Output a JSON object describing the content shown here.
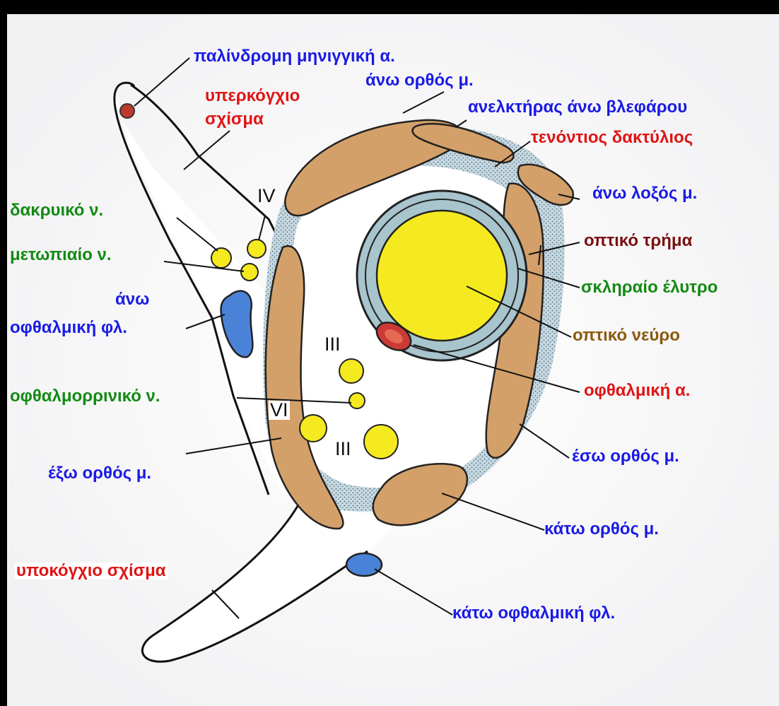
{
  "labels": {
    "recurrent_meningeal_artery": "παλίνδρομη μηνιγγική α.",
    "superior_rectus": "άνω ορθός μ.",
    "levator_palpebrae": "ανελκτήρας άνω βλεφάρου",
    "tendinous_ring": "τενόντιος δακτύλιος",
    "superior_oblique": "άνω λοξός μ.",
    "optic_canal": "οπτικό τρήμα",
    "scleral_sheath": "σκληραίο έλυτρο",
    "optic_nerve": "οπτικό νεύρο",
    "ophthalmic_artery": "οφθαλμική α.",
    "medial_rectus": "έσω ορθός μ.",
    "inferior_rectus": "κάτω ορθός μ.",
    "inferior_ophthalmic_vein": "κάτω οφθαλμική φλ.",
    "inferior_orbital_fissure": "υποκόγχιο σχίσμα",
    "lateral_rectus": "έξω ορθός μ.",
    "nasociliary_nerve": "οφθαλμορρινικό ν.",
    "superior_ophthalmic_vein_1": "άνω",
    "superior_ophthalmic_vein_2": "οφθαλμική φλ.",
    "frontal_nerve": "μετωπιαίο ν.",
    "lacrimal_nerve": "δακρυικό ν.",
    "superior_orbital_fissure_1": "υπερκόγχιο",
    "superior_orbital_fissure_2": "σχίσμα"
  },
  "nerve_numerals": {
    "iv": "IV",
    "iii_upper": "III",
    "vi": "VI",
    "iii_lower": "III"
  },
  "colors": {
    "background": "#000000",
    "paper": "#ffffff",
    "muscle": "#d4a06a",
    "nerve": "#f5ea1f",
    "vein": "#4a82d8",
    "artery": "#cc3a35",
    "sheath": "#a8c4cc",
    "stipple": "#8fb0c0",
    "label_blue": "#1a1ae6",
    "label_red": "#e01414",
    "label_green": "#138a13",
    "label_brown": "#8a5a10"
  }
}
